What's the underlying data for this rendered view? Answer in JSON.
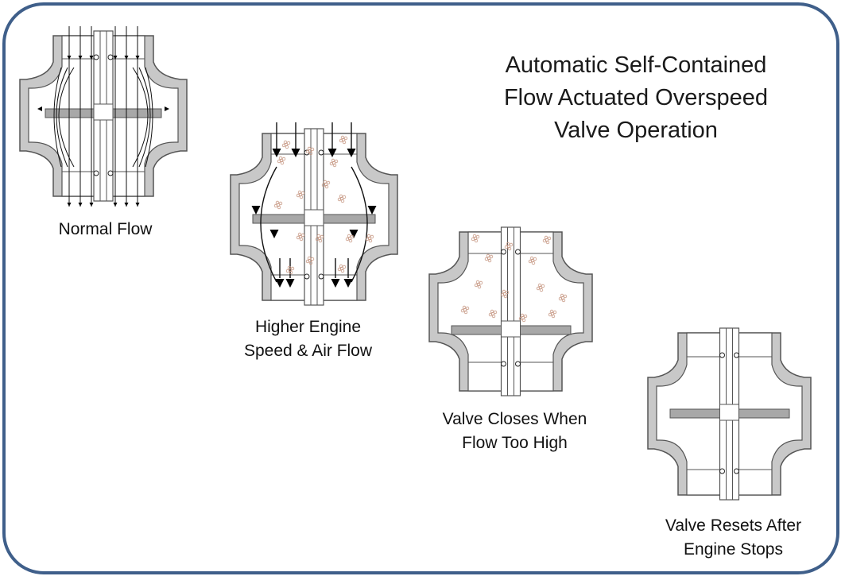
{
  "title": {
    "line1": "Automatic Self-Contained",
    "line2": "Flow Actuated Overspeed",
    "line3": "Valve Operation"
  },
  "stages": [
    {
      "caption_line1": "Normal Flow",
      "caption_line2": ""
    },
    {
      "caption_line1": "Higher Engine",
      "caption_line2": "Speed & Air Flow"
    },
    {
      "caption_line1": "Valve Closes When",
      "caption_line2": "Flow Too High"
    },
    {
      "caption_line1": "Valve Resets After",
      "caption_line2": "Engine Stops"
    }
  ],
  "colors": {
    "border": "#3f5f8a",
    "body": "#c8c8c8",
    "body_stroke": "#555555",
    "disc": "#a8a8a8",
    "particles": "#c89a86"
  }
}
